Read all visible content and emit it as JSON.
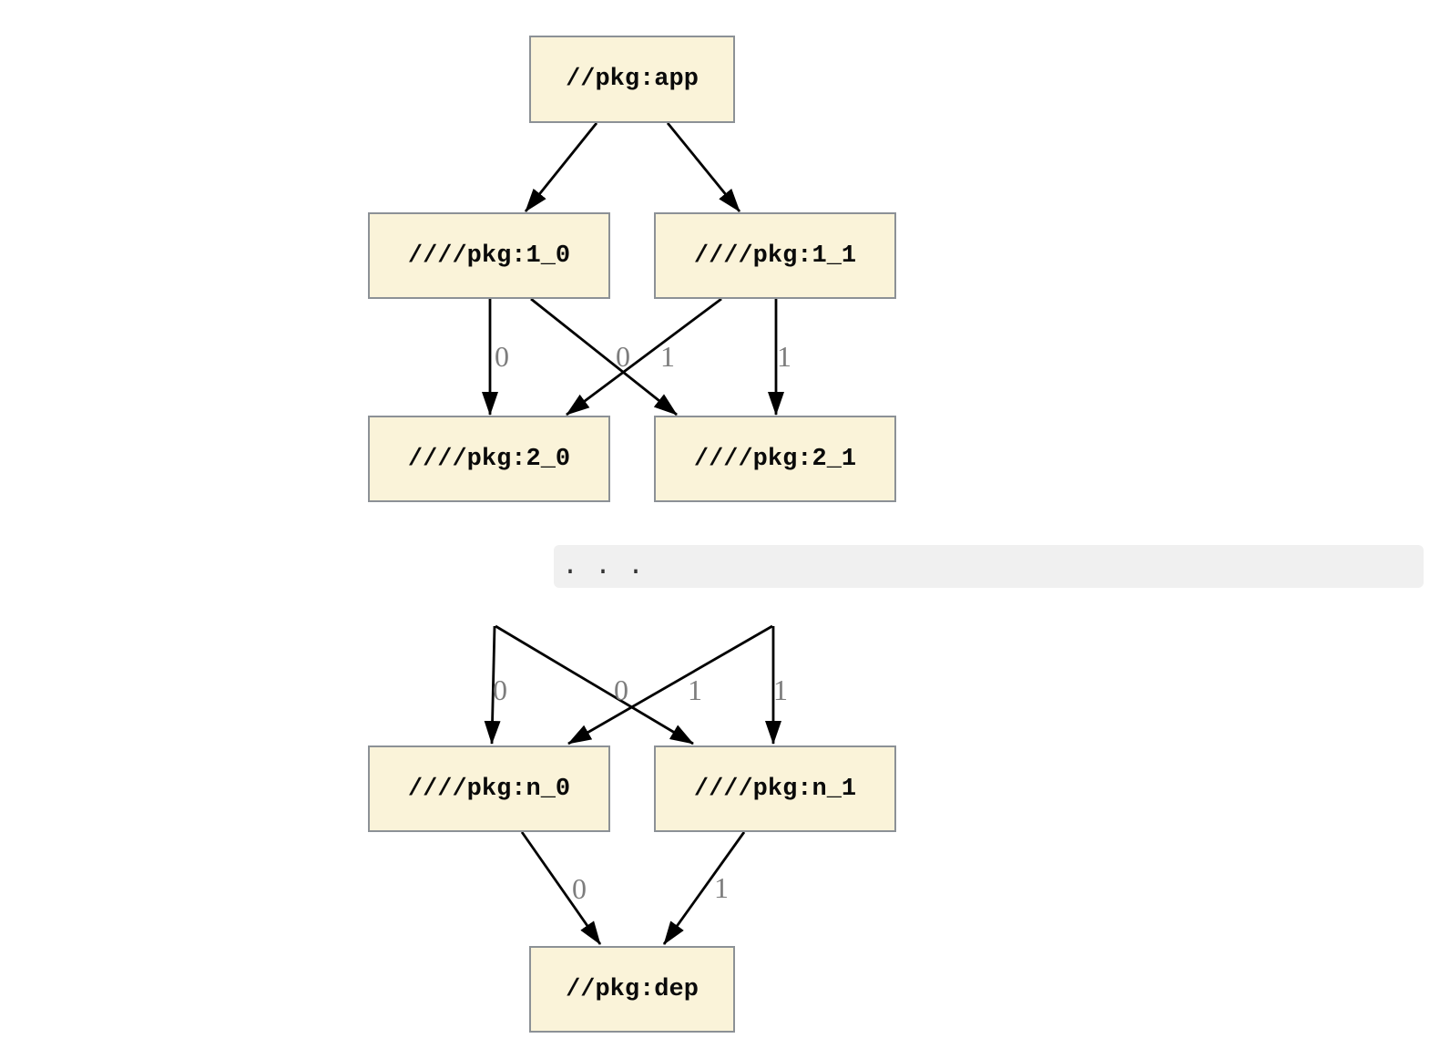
{
  "diagram": {
    "type": "dependency-graph",
    "colors": {
      "background": "#ffffff",
      "node_fill": "#faf3d9",
      "node_border": "#8c9196",
      "edge_color": "#000000",
      "edge_label_color": "#7d7d7d",
      "band_background": "#f0f0f0"
    },
    "nodes": [
      {
        "id": "app",
        "label": "//pkg:app"
      },
      {
        "id": "1_0",
        "label": "////pkg:1_0"
      },
      {
        "id": "1_1",
        "label": "////pkg:1_1"
      },
      {
        "id": "2_0",
        "label": "////pkg:2_0"
      },
      {
        "id": "2_1",
        "label": "////pkg:2_1"
      },
      {
        "id": "n_0",
        "label": "////pkg:n_0"
      },
      {
        "id": "n_1",
        "label": "////pkg:n_1"
      },
      {
        "id": "dep",
        "label": "//pkg:dep"
      }
    ],
    "edges": [
      {
        "from": "app",
        "to": "1_0",
        "label": ""
      },
      {
        "from": "app",
        "to": "1_1",
        "label": ""
      },
      {
        "from": "1_0",
        "to": "2_0",
        "label": "0"
      },
      {
        "from": "1_0",
        "to": "2_1",
        "label": "0"
      },
      {
        "from": "1_1",
        "to": "2_0",
        "label": "1"
      },
      {
        "from": "1_1",
        "to": "2_1",
        "label": "1"
      },
      {
        "from": "...",
        "to": "n_0",
        "label": "0"
      },
      {
        "from": "...",
        "to": "n_1",
        "label": "0"
      },
      {
        "from": "...",
        "to": "n_0",
        "label": "1"
      },
      {
        "from": "...",
        "to": "n_1",
        "label": "1"
      },
      {
        "from": "n_0",
        "to": "dep",
        "label": "0"
      },
      {
        "from": "n_1",
        "to": "dep",
        "label": "1"
      }
    ],
    "ellipsis": ". . ."
  }
}
